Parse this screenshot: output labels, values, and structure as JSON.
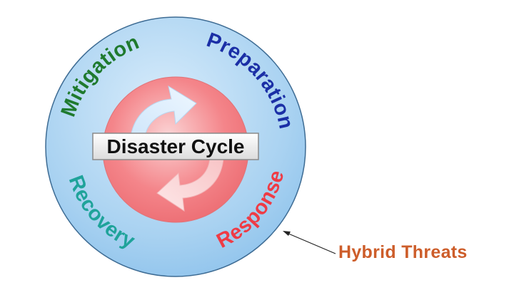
{
  "diagram": {
    "center_label": "Disaster Cycle",
    "phases": [
      {
        "label": "Mitigation",
        "color": "#1f7a2e"
      },
      {
        "label": "Preparation",
        "color": "#1b2fa6"
      },
      {
        "label": "Response",
        "color": "#ef3b45"
      },
      {
        "label": "Recovery",
        "color": "#1fa39a"
      }
    ],
    "outer_label": "Hybrid Threats",
    "outer_label_color": "#cd5d2a",
    "colors": {
      "outer_circle": "#a9d2f1",
      "inner_circle": "#f4858a"
    }
  }
}
